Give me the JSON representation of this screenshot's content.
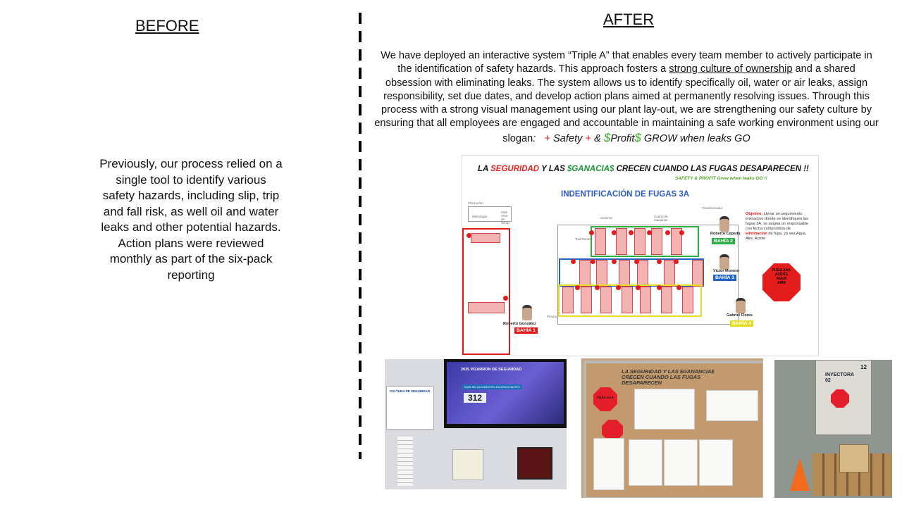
{
  "before": {
    "heading": "BEFORE",
    "text": "Previously, our process relied on a single tool to identify various safety hazards, including slip, trip and fall risk, as well oil and water leaks and other potential hazards.  Action plans were reviewed monthly as part of the six-pack reporting"
  },
  "after": {
    "heading": "AFTER",
    "text_part1": "We have deployed an interactive system  “Triple A” that enables every team member to actively participate in the identification of safety hazards. This approach fosters a ",
    "text_underlined": "strong culture of ownership",
    "text_part2": " and a shared obsession with eliminating leaks. The system allows us to identify specifically oil, water or air leaks, assign responsibility, set due dates, and develop action plans aimed at permanently resolving issues. Through this process with a strong visual management using our plant lay-out, we are strengthening our safety culture by ensuring that all employees are engaged and accountable in maintaining a safe working environment using our slogan",
    "slogan_colon": ":",
    "slogan_plus1": "+",
    "slogan_safety": " Safety ",
    "slogan_plus2": "+",
    "slogan_amp": " &  ",
    "slogan_dollar1": "$",
    "slogan_profit": "Profit",
    "slogan_dollar2": "$",
    "slogan_tail": " GROW when leaks GO"
  },
  "map": {
    "title_part1": "LA ",
    "title_seguridad": "SEGURIDAD",
    "title_part2": " Y LAS ",
    "title_ganancias": "$GANACIA$",
    "title_part3": " CRECEN CUANDO LAS FUGAS DESAPARECEN  !!",
    "subtitle": "SAFETY & PROFIT Grow when leaks GO  !!",
    "heading": "INDENTIFICACIÓN DE FUGAS   3A",
    "objective_label": "Objetivo:",
    "objective_text_1": " Llevar un seguimiento interactivo donde se identifiquen las fugas 3A,  se asigna un responsable con fecha compromiso de ",
    "objective_highlight": "eliminación",
    "objective_text_2": " de fuga, ya sea Agua, Aire, Aceite",
    "bays": [
      {
        "label": "BAHÍA 1",
        "person": "Roberto González",
        "color": "#e11b1b"
      },
      {
        "label": "BAHÍA 2",
        "person": "Roberto Cepeda",
        "color": "#2fae48"
      },
      {
        "label": "BAHÍA 3",
        "person": "Victor Moreno",
        "color": "#1f63c6"
      },
      {
        "label": "BAHÍA 4",
        "person": "Gabriel Flores",
        "color": "#e4dc1f"
      }
    ],
    "plan_labels": [
      "Oficina RH",
      "Metrologia",
      "Sala Area de Scrap",
      "Cisterna",
      "Cuarto de maquinas",
      "Transformador",
      "Tool Room",
      "Pintura"
    ],
    "stop_sign": [
      "FUGA AAA",
      "ACEITE",
      "AGUA",
      "AIRE"
    ]
  },
  "photos": {
    "board_title": "2025 PIZARRON DE SEGURIDAD",
    "board_days": "DIAS SIN ACCIDENTES INCAPACITANTES",
    "board_number": "312",
    "board_sign": "CULTURA DE SEGURIDAD",
    "cork_title": "LA SEGURIDAD Y LAS $GANANCIA$ CRECEN CUANDO LAS FUGAS DESAPARECEN",
    "cork_hex": "FUGA AAA",
    "machine_label": "INYECTORA 02",
    "machine_number": "12"
  },
  "colors": {
    "slogan_red": "#e01b1b",
    "slogan_green": "#3fae2a",
    "map_blue": "#2f5bc8"
  }
}
